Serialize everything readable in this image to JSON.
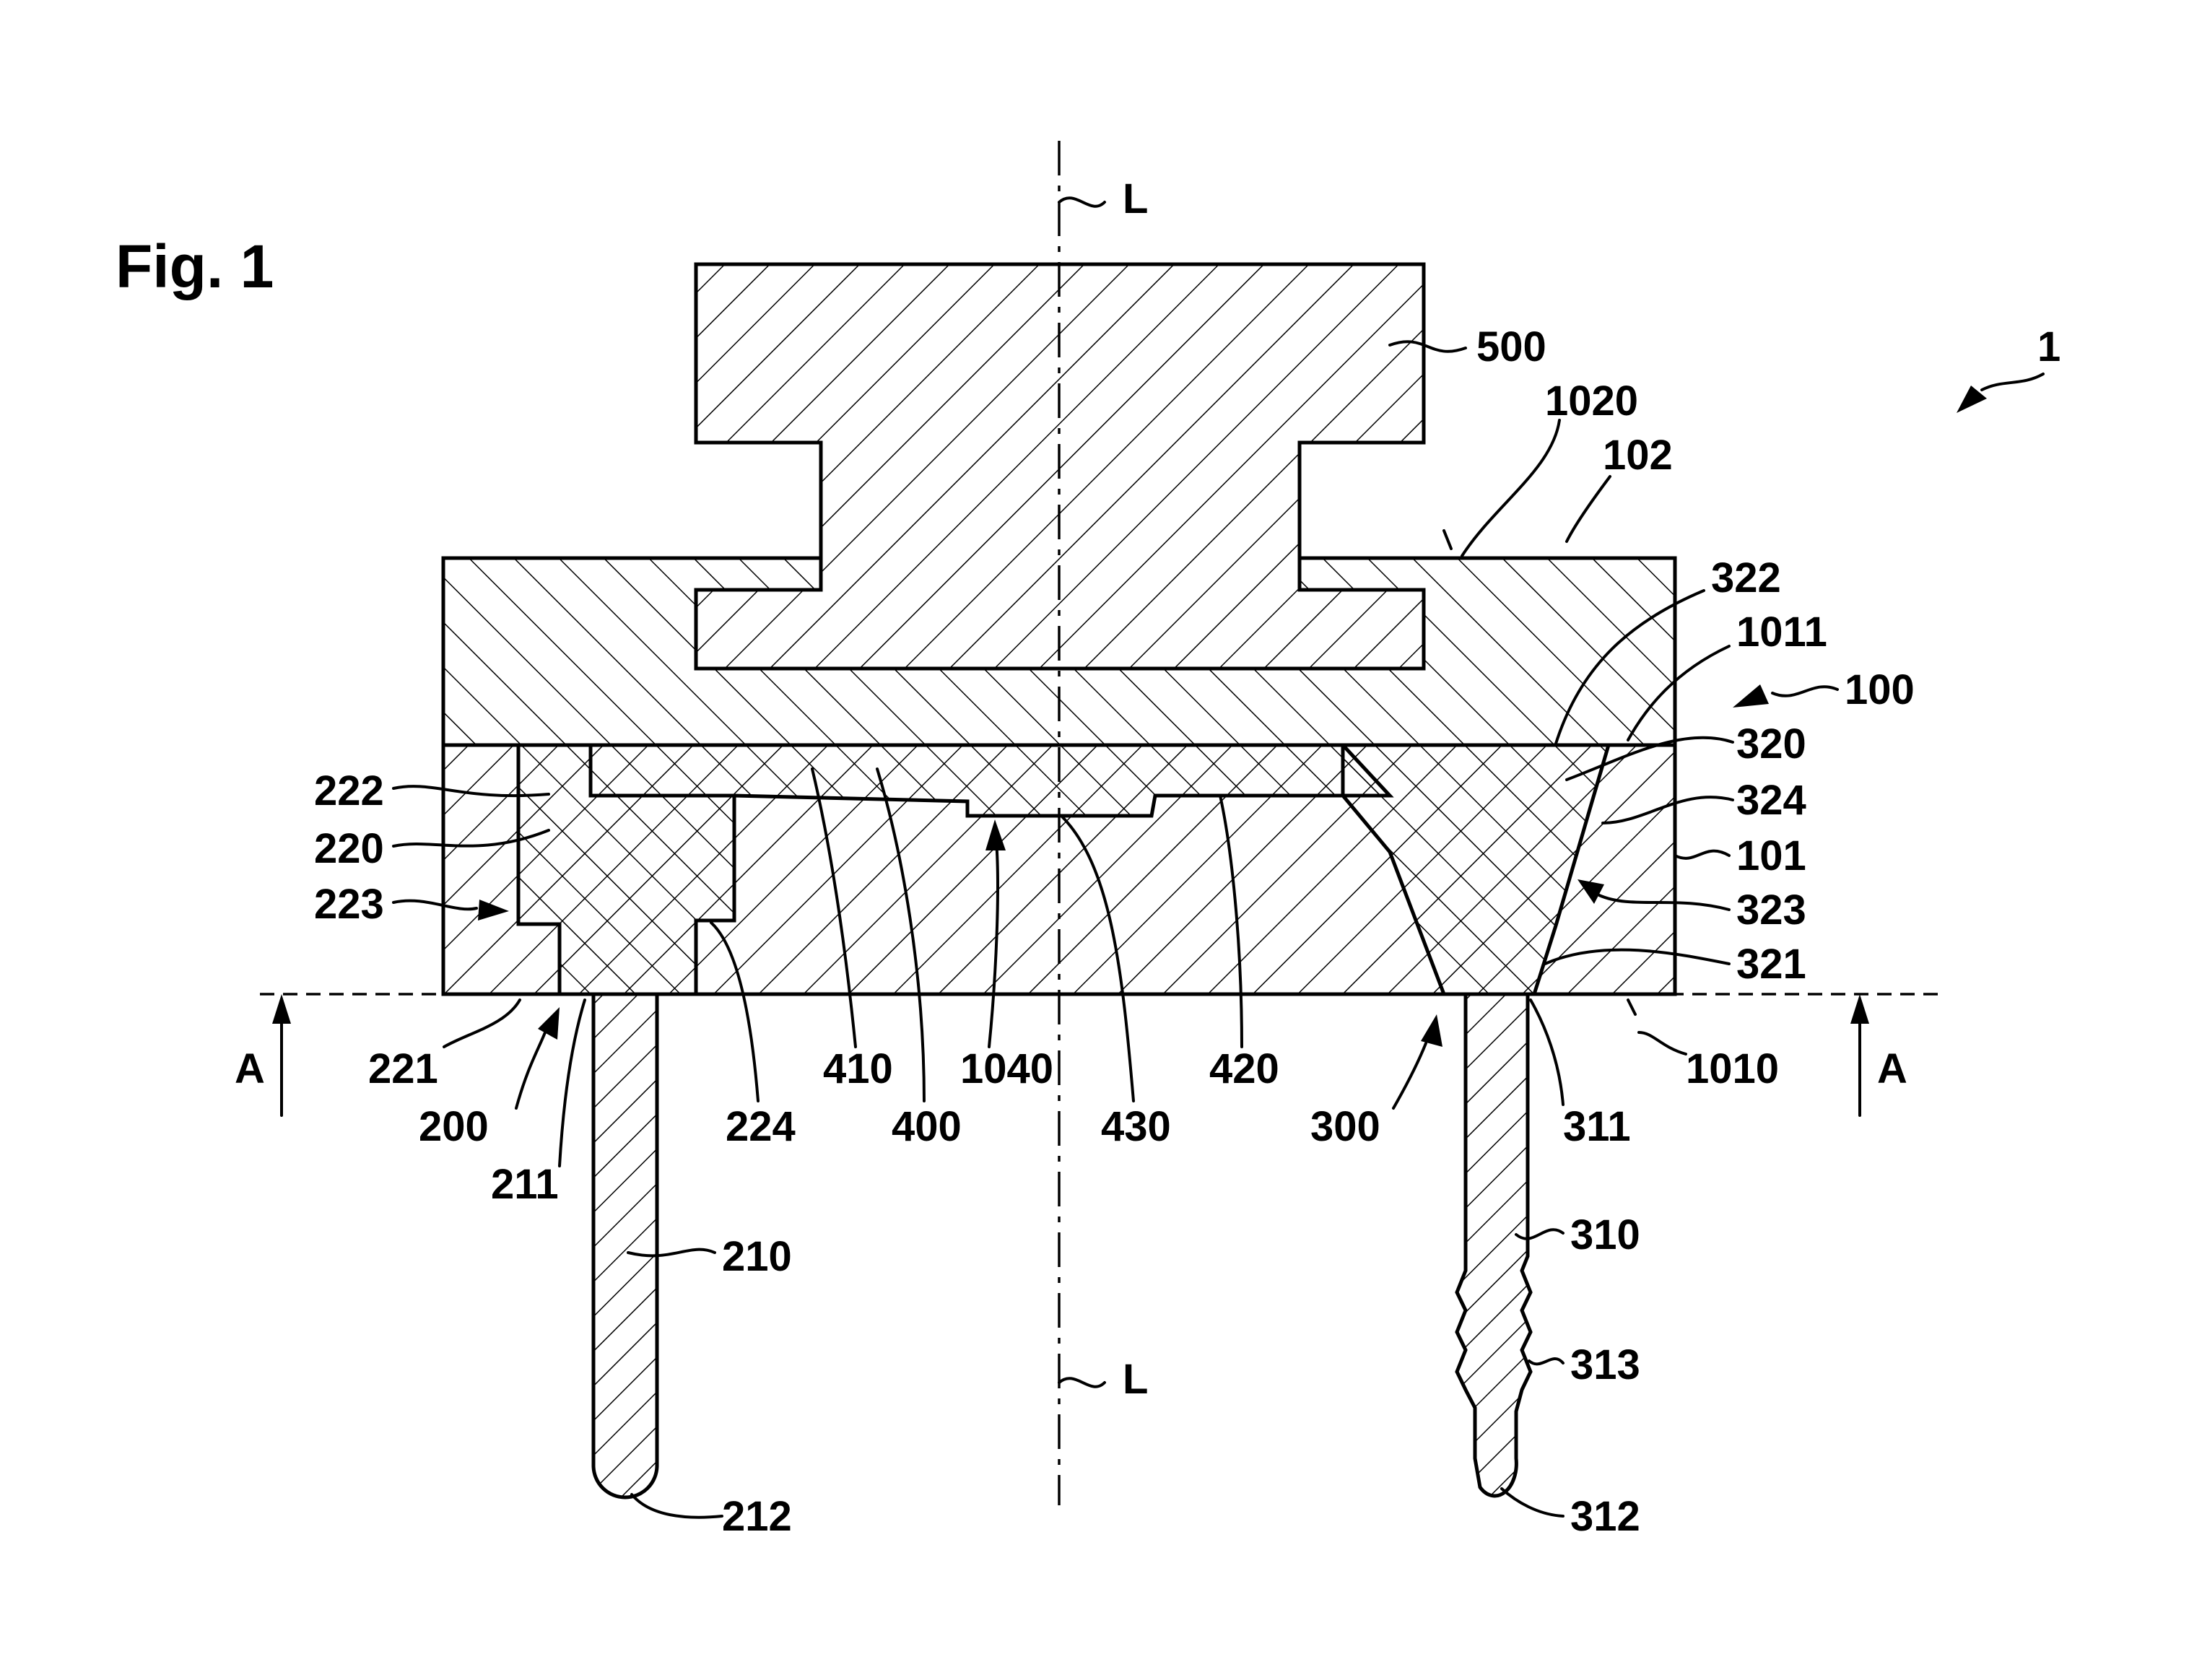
{
  "figure": {
    "title": "Fig. 1",
    "axis_label": "L",
    "section_label": "A",
    "reference_numerals": [
      "1",
      "100",
      "101",
      "102",
      "1010",
      "1011",
      "1020",
      "1040",
      "200",
      "210",
      "211",
      "212",
      "220",
      "221",
      "222",
      "223",
      "224",
      "300",
      "310",
      "311",
      "312",
      "313",
      "320",
      "321",
      "322",
      "323",
      "324",
      "400",
      "410",
      "420",
      "430",
      "500"
    ]
  }
}
